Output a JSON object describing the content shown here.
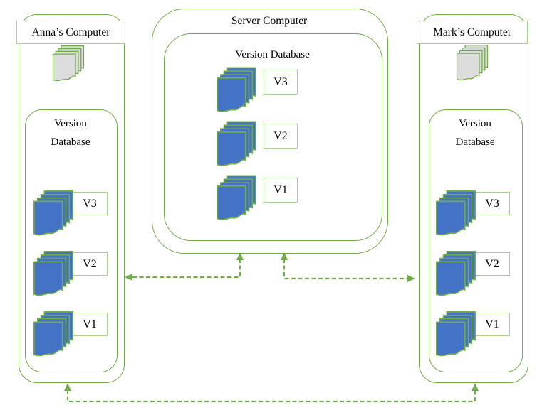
{
  "colors": {
    "outline_green": "#70AD47",
    "doc_blue": "#4472C4",
    "doc_gray": "#DCDCDC",
    "label_border_light_green": "#A9D18E",
    "text": "#000000"
  },
  "anna": {
    "title": "Anna’s Computer",
    "db_title": "Version Database",
    "versions": [
      "V3",
      "V2",
      "V1"
    ]
  },
  "server": {
    "title": "Server Computer",
    "db_title": "Version Database",
    "versions": [
      "V3",
      "V2",
      "V1"
    ]
  },
  "mark": {
    "title": "Mark’s Computer",
    "db_title": "Version Database",
    "versions": [
      "V3",
      "V2",
      "V1"
    ]
  },
  "arrows": [
    {
      "name": "anna-server-sync",
      "between": [
        "anna",
        "server"
      ],
      "style": "dashed",
      "bidirectional": true
    },
    {
      "name": "server-mark-sync",
      "between": [
        "server",
        "mark"
      ],
      "style": "dashed",
      "bidirectional": true
    },
    {
      "name": "anna-mark-sync",
      "between": [
        "anna",
        "mark"
      ],
      "style": "dashed",
      "bidirectional": true
    }
  ]
}
